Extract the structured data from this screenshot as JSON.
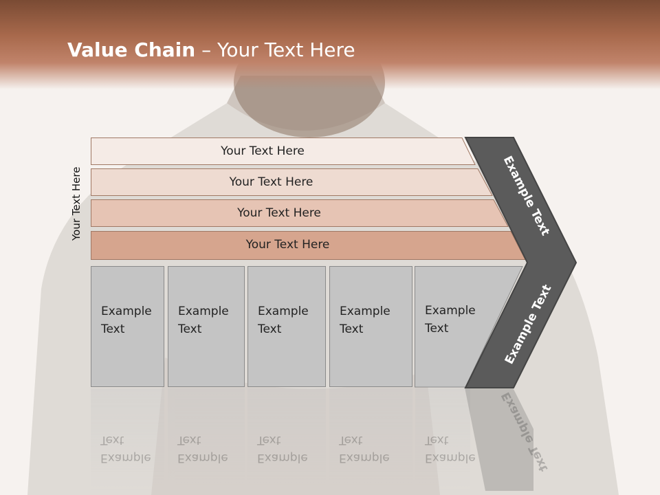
{
  "title": {
    "bold": "Value Chain",
    "rest": " – Your Text Here"
  },
  "side_label": "Your Text Here",
  "bands": [
    {
      "label": "Your Text Here",
      "color": "#f5ebe6"
    },
    {
      "label": "Your Text Here",
      "color": "#eedbd1"
    },
    {
      "label": "Your Text Here",
      "color": "#e6c4b4"
    },
    {
      "label": "Your Text Here",
      "color": "#d6a58e"
    }
  ],
  "boxes": [
    {
      "line1": "Example",
      "line2": "Text"
    },
    {
      "line1": "Example",
      "line2": "Text"
    },
    {
      "line1": "Example",
      "line2": "Text"
    },
    {
      "line1": "Example",
      "line2": "Text"
    },
    {
      "line1": "Example",
      "line2": "Text"
    }
  ],
  "chevron": {
    "upper": "Example Text",
    "lower": "Example Text",
    "color": "#5b5b5b"
  }
}
